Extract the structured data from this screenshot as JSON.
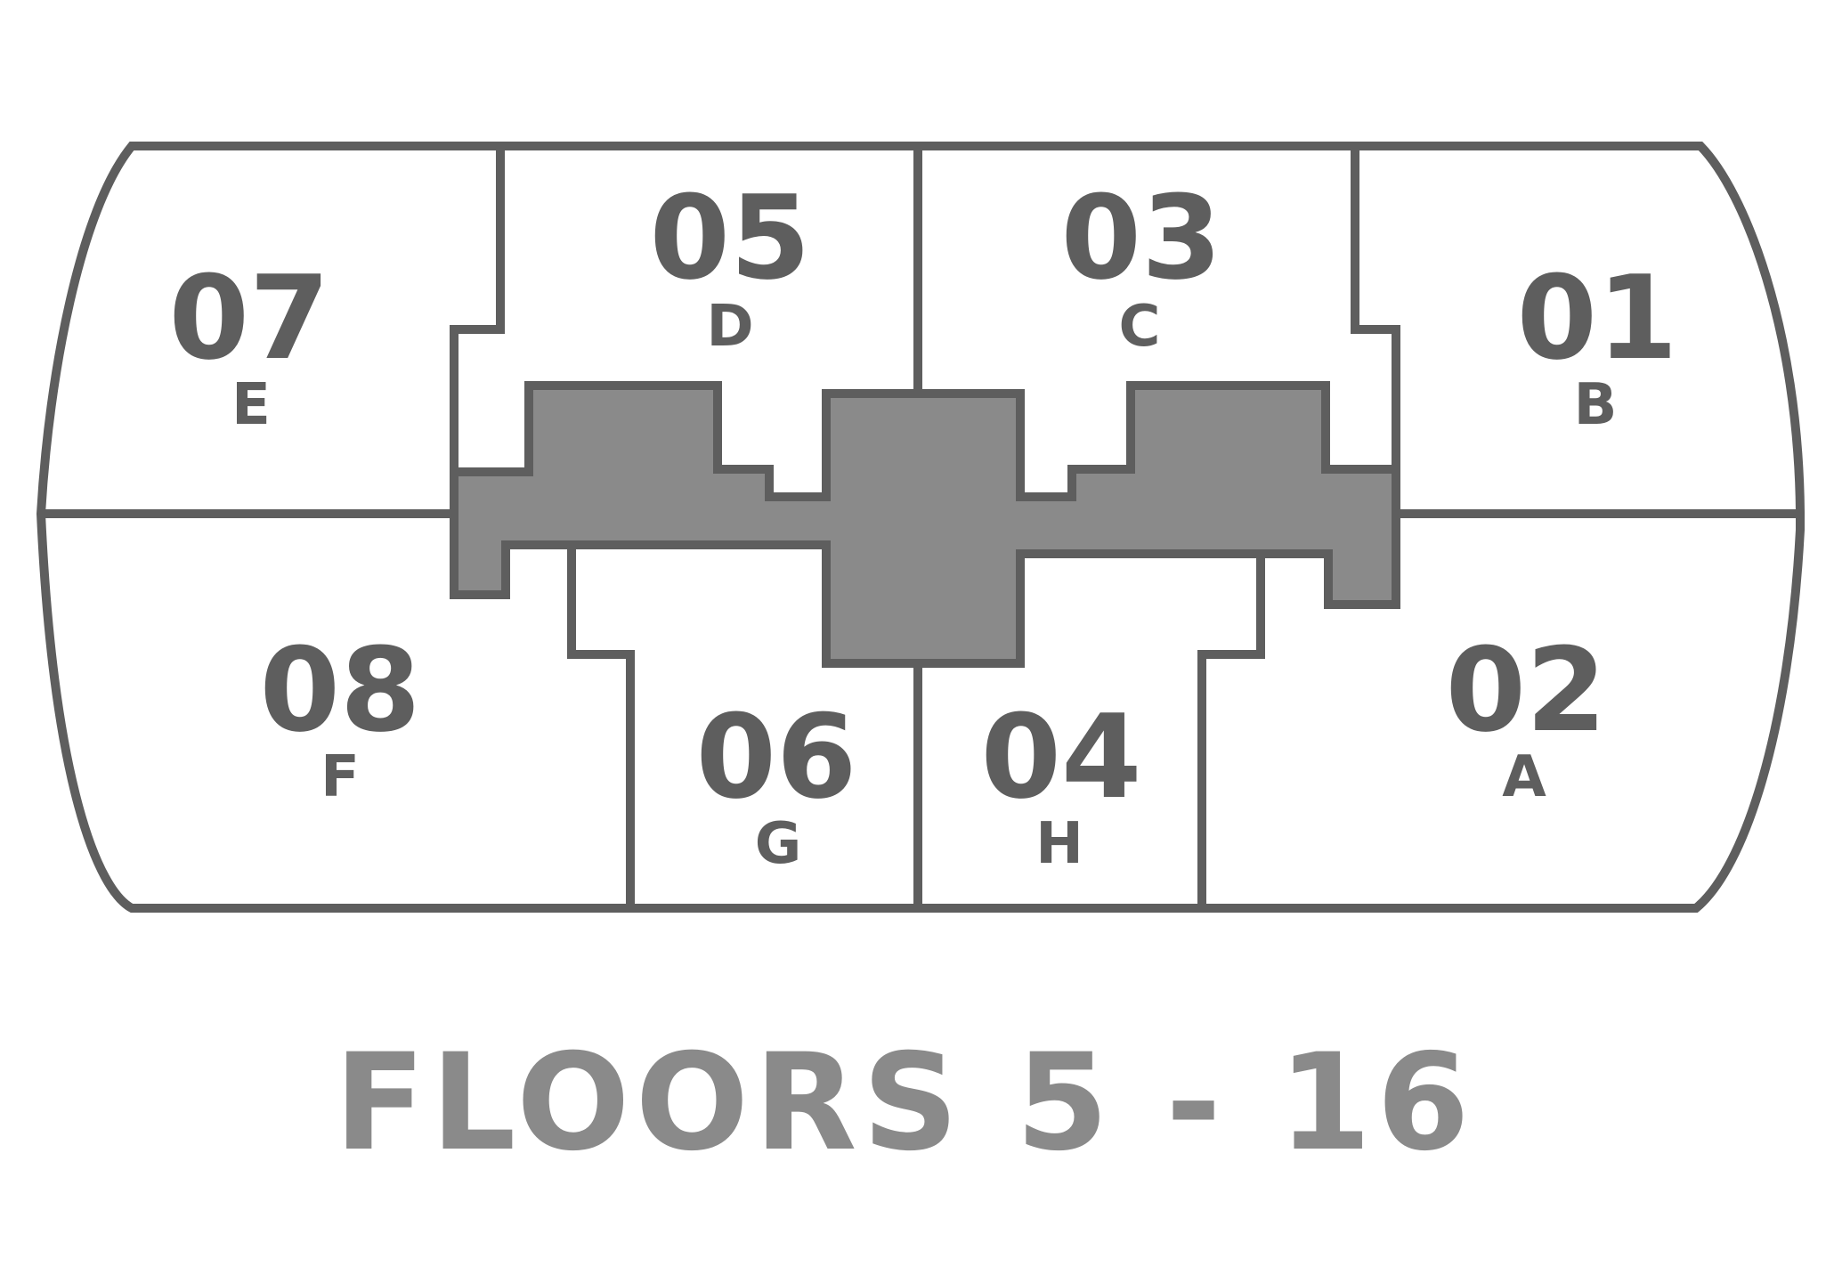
{
  "caption": "FLOORS 5 - 16",
  "colors": {
    "wall": "#5e5e5e",
    "core": "#8a8a8a",
    "caption": "#8a8a8a",
    "background": "#ffffff"
  },
  "units": [
    {
      "id": "07",
      "number": "07",
      "letter": "E"
    },
    {
      "id": "05",
      "number": "05",
      "letter": "D"
    },
    {
      "id": "03",
      "number": "03",
      "letter": "C"
    },
    {
      "id": "01",
      "number": "01",
      "letter": "B"
    },
    {
      "id": "08",
      "number": "08",
      "letter": "F"
    },
    {
      "id": "06",
      "number": "06",
      "letter": "G"
    },
    {
      "id": "04",
      "number": "04",
      "letter": "H"
    },
    {
      "id": "02",
      "number": "02",
      "letter": "A"
    }
  ]
}
